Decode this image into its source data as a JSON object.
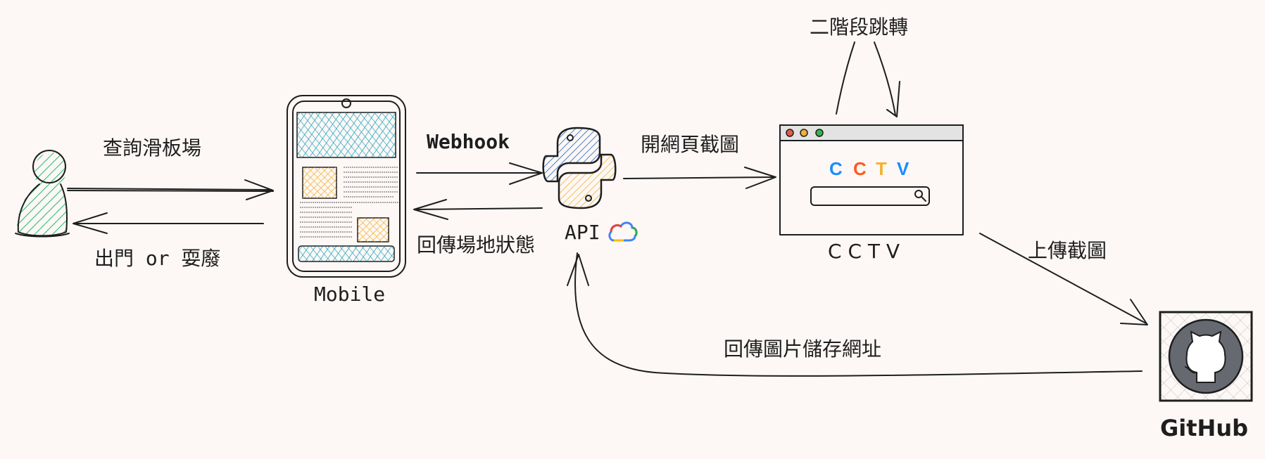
{
  "labels": {
    "query_skatepark": "查詢滑板場",
    "go_out_or_play": "出門 or 耍廢",
    "mobile": "Mobile",
    "webhook": "Webhook",
    "return_venue_status": "回傳場地狀態",
    "api": "API",
    "open_webpage_screenshot": "開網頁截圖",
    "two_stage_redirect": "二階段跳轉",
    "cctv_caption": "C C T V",
    "cctv_logo": [
      "C",
      "C",
      "T",
      "V"
    ],
    "upload_screenshot": "上傳截圖",
    "return_image_url": "回傳圖片儲存網址",
    "github": "GitHub"
  },
  "colors": {
    "stroke": "#1e1e1e",
    "background": "#fdf8f6",
    "person_fill": "#2fbf71",
    "screen_fill": "#24a5bf",
    "image_fill": "#f2b233",
    "python_blue": "#3a74c6",
    "python_yellow": "#f2b233",
    "cctv_logo": [
      "#1a8cff",
      "#ff5a1f",
      "#f2b233",
      "#1a8cff"
    ],
    "window_dots": [
      "#e65a4a",
      "#f2b233",
      "#37b54a"
    ],
    "github_circle": "#666a70"
  },
  "icons": {
    "person": "person-icon",
    "mobile": "mobile-phone-icon",
    "python": "python-logo-icon",
    "cloud": "google-cloud-icon",
    "browser": "browser-window-icon",
    "github": "github-logo-icon"
  }
}
